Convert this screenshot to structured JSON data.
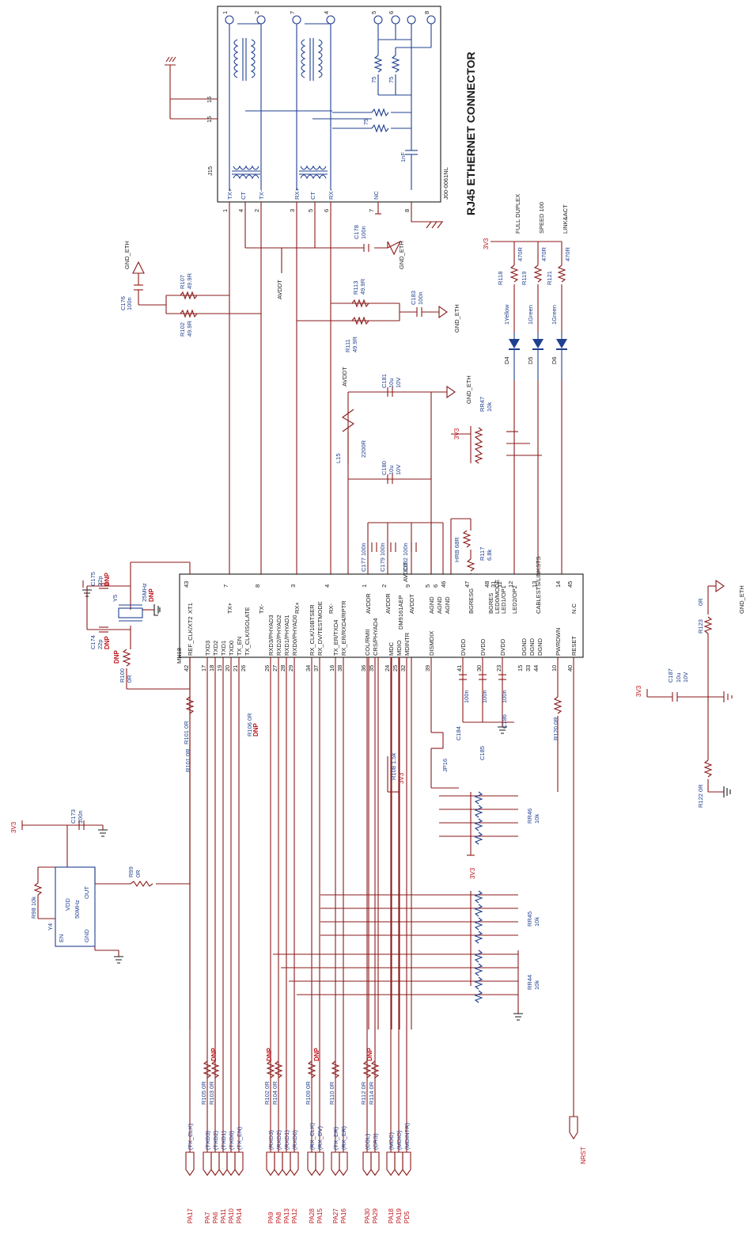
{
  "title": "RJ45 ETHERNET CONNECTOR",
  "connector": {
    "ref": "J15",
    "part": "J00-0061NL",
    "top_pins": [
      "1",
      "2",
      "7",
      "4",
      "5",
      "6",
      "8"
    ],
    "left_pins": [
      "16",
      "15"
    ],
    "bottom_pins": [
      "1",
      "4",
      "2",
      "3",
      "5",
      "6",
      "7",
      "8"
    ],
    "bottom_labels": [
      "TX+",
      "CT",
      "TX-",
      "RX+",
      "CT",
      "RX-",
      "NC"
    ],
    "resistors": [
      "75",
      "75",
      "75"
    ],
    "cap": "1nF"
  },
  "chip": {
    "ref": "MN18",
    "part": "DM9161AEP",
    "left_pins": [
      {
        "num": "42",
        "name": "REF_CLK/XT2"
      },
      {
        "num": "17",
        "name": "TXD3"
      },
      {
        "num": "18",
        "name": "TXD2"
      },
      {
        "num": "19",
        "name": "TXD1"
      },
      {
        "num": "20",
        "name": "TXD0"
      },
      {
        "num": "21",
        "name": "TX_EN"
      },
      {
        "num": "26",
        "name": "TX_CLK/ISOLATE"
      },
      {
        "num": "26",
        "name": "RXD3/PHYAD3"
      },
      {
        "num": "27",
        "name": "RXD2/PHYAD2"
      },
      {
        "num": "28",
        "name": "RXD1/PHYAD1"
      },
      {
        "num": "29",
        "name": "RXD0/PHYAD0"
      },
      {
        "num": "34",
        "name": "RX_CLK/10BTSER"
      },
      {
        "num": "37",
        "name": "RX_DV/TESTMODE"
      },
      {
        "num": "16",
        "name": "TX_ER/TXD4"
      },
      {
        "num": "38",
        "name": "RX_ER/RXD4/RPTR"
      },
      {
        "num": "36",
        "name": "COL/RMII"
      },
      {
        "num": "35",
        "name": "CRS/PHYAD4"
      },
      {
        "num": "24",
        "name": "MDC"
      },
      {
        "num": "25",
        "name": "MDIO"
      },
      {
        "num": "32",
        "name": "MDINTR"
      },
      {
        "num": "39",
        "name": "DISMDIX"
      },
      {
        "num": "41",
        "name": "DVDD"
      },
      {
        "num": "30",
        "name": "DVDD"
      },
      {
        "num": "23",
        "name": "DVDD"
      },
      {
        "num": "15",
        "name": "DGND"
      },
      {
        "num": "33",
        "name": "DGND"
      },
      {
        "num": "44",
        "name": "DGND"
      },
      {
        "num": "10",
        "name": "PWRDWN"
      },
      {
        "num": "40",
        "name": "RESET"
      }
    ],
    "right_pins": [
      {
        "num": "43",
        "name": "XT1"
      },
      {
        "num": "7",
        "name": "TX+"
      },
      {
        "num": "8",
        "name": "TX-"
      },
      {
        "num": "3",
        "name": "RX+"
      },
      {
        "num": "4",
        "name": "RX-"
      },
      {
        "num": "1",
        "name": "AVDDR"
      },
      {
        "num": "2",
        "name": "AVDDR"
      },
      {
        "num": "9",
        "name": "AVDDT"
      },
      {
        "num": "5",
        "name": "AGND"
      },
      {
        "num": "6",
        "name": "AGND"
      },
      {
        "num": "46",
        "name": "AGND"
      },
      {
        "num": "47",
        "name": "BGRESG"
      },
      {
        "num": "48",
        "name": "BGRES"
      },
      {
        "num": "31",
        "name": "LED0/MODE"
      },
      {
        "num": "11",
        "name": "LED1/OP1"
      },
      {
        "num": "12",
        "name": "LED2/OP2"
      },
      {
        "num": "13",
        "name": "CABLESTS/LINKSTS"
      },
      {
        "num": "14",
        "name": ""
      },
      {
        "num": "45",
        "name": "N.C"
      }
    ]
  },
  "components": {
    "c176": {
      "ref": "C176",
      "val": "100n"
    },
    "r107": {
      "ref": "R107",
      "val": "49.9R"
    },
    "r102": {
      "ref": "R102",
      "val": "49.9R"
    },
    "c178": {
      "ref": "C178",
      "val": "100n"
    },
    "avddt1": "AVDDT",
    "r113": {
      "ref": "R113",
      "val": "49.9R"
    },
    "r111": {
      "ref": "R111",
      "val": "49.9R"
    },
    "c183": {
      "ref": "C183",
      "val": "100n"
    },
    "avddt2": "AVDDT",
    "c181": {
      "ref": "C181",
      "val": "10u",
      "v": "10V"
    },
    "l15": {
      "ref": "L15",
      "val": "2200R"
    },
    "c180": {
      "ref": "C180",
      "val": "10u",
      "v": "10V"
    },
    "c177": "C177 100n",
    "c179": "C179 100n",
    "c182": "C182 100n",
    "avddt3": "AVDDT",
    "r117": {
      "ref": "R117",
      "val": "6.8k"
    },
    "r117_note": "HRB 68R",
    "rr47": {
      "ref": "RR47",
      "val": "10k"
    },
    "r118": {
      "ref": "R118",
      "val": "470R"
    },
    "r119": {
      "ref": "R119",
      "val": "470R"
    },
    "r121": {
      "ref": "R121",
      "val": "470R"
    },
    "d4": "D4",
    "d5": "D5",
    "d6": "D6",
    "led_colors": [
      "1Yellow",
      "1Green",
      "1Green"
    ],
    "led_funcs": [
      "FULL DUPLEX",
      "SPEED 100",
      "LINK&ACT"
    ],
    "c175": {
      "ref": "C175",
      "val": "22p",
      "dnp": "DNP"
    },
    "c174": {
      "ref": "C174",
      "val": "22p",
      "dnp": "DNP"
    },
    "y5": {
      "ref": "Y5",
      "val": "25MHz",
      "dnp": "DNP"
    },
    "r100": {
      "ref": "R100",
      "val": "0R",
      "dnp": "DNP"
    },
    "c173": {
      "ref": "C173",
      "val": "100n"
    },
    "r99": {
      "ref": "R99",
      "val": "0R"
    },
    "y4": {
      "ref": "Y4",
      "val": "50MHz",
      "pins": [
        "VDD",
        "OUT",
        "EN",
        "GND"
      ]
    },
    "r98": "R98 10k",
    "r101": "R101 0R",
    "r101b": "R101 0R",
    "r106": "R106 0R",
    "r106_dnp": "DNP",
    "c184": {
      "ref": "C184",
      "val": "100n"
    },
    "c185": {
      "ref": "C185",
      "val": "100n"
    },
    "c186": {
      "ref": "C186",
      "val": "100n"
    },
    "jp16": "JP16",
    "r120": "R120 0R",
    "rr46": {
      "ref": "RR46",
      "val": "10k"
    },
    "rr45": {
      "ref": "RR45",
      "val": "10k"
    },
    "rr44": {
      "ref": "RR44",
      "val": "10k"
    },
    "r108": "R108 1.5k",
    "c187": {
      "ref": "C187",
      "val": "10u",
      "v": "10V"
    },
    "r123": {
      "ref": "R123",
      "val": "0R"
    },
    "r122": "R122 0R"
  },
  "nets": {
    "gnd_eth": "GND_ETH",
    "v3v3": "3V3",
    "nrst": "NRST",
    "dnp": "DNP",
    "r103": "R103 0R",
    "r102b": "R102 0R"
  },
  "bottom_signals": [
    {
      "sig": "TX_CLK",
      "port": "PA17"
    },
    {
      "sig": "TXD3",
      "port": "PA7"
    },
    {
      "sig": "TXD2",
      "port": "PA6"
    },
    {
      "sig": "TXD1",
      "port": "PA11"
    },
    {
      "sig": "TXD0",
      "port": "PA10"
    },
    {
      "sig": "TX_EN",
      "port": "PA14"
    },
    {
      "sig": "RXD3",
      "port": "PA9"
    },
    {
      "sig": "RXD2",
      "port": "PA8"
    },
    {
      "sig": "RXD1",
      "port": "PA13"
    },
    {
      "sig": "RXD0",
      "port": "PA12"
    },
    {
      "sig": "RX_CLK",
      "port": "PA28"
    },
    {
      "sig": "RX_DV",
      "port": "PA15"
    },
    {
      "sig": "TX_ER",
      "port": "PA27"
    },
    {
      "sig": "RX_ER",
      "port": "PA16"
    },
    {
      "sig": "COL",
      "port": "PA30"
    },
    {
      "sig": "CRS",
      "port": "PA29"
    },
    {
      "sig": "MDC",
      "port": "PA18"
    },
    {
      "sig": "MDIO",
      "port": "PA19"
    },
    {
      "sig": "MDINTR",
      "port": "PD5"
    }
  ],
  "bottom_resistor_labels": [
    "R105 0R",
    "R103 0R",
    "R102 0R",
    "R104 0R",
    "R109 0R",
    "R110 0R",
    "R112 0R",
    "R114 0R"
  ]
}
